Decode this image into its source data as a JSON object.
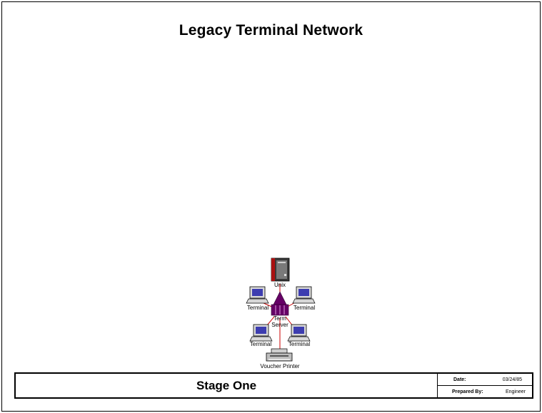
{
  "title": "Legacy Terminal Network",
  "nodes": {
    "unix": "Unix",
    "term_server_line1": "Term",
    "term_server_line2": "Server",
    "terminal_upper_left": "Terminal",
    "terminal_upper_right": "Terminal",
    "terminal_lower_left": "Terminal",
    "terminal_lower_right": "Terminal",
    "voucher_printer": "Voucher Printer"
  },
  "title_block": {
    "stage": "Stage One",
    "date_label": "Date:",
    "date_value": "03/24/85",
    "prepared_by_label": "Prepared By:",
    "prepared_by_value": "Engineer"
  },
  "colors": {
    "connection": "#cc0000",
    "term_server": "#660066",
    "unix_accent": "#aa1111"
  }
}
